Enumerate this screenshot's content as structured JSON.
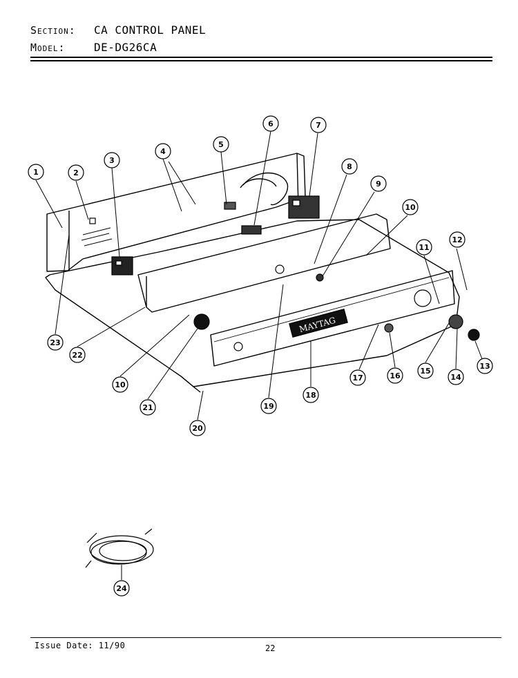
{
  "header": {
    "section_key": "Section:",
    "section_value": "CA CONTROL PANEL",
    "model_key": "Model:",
    "model_value": "DE-DG26CA"
  },
  "brand_badge": "MAYTAG",
  "callouts": [
    "1",
    "2",
    "3",
    "4",
    "5",
    "6",
    "7",
    "8",
    "9",
    "10",
    "11",
    "12",
    "13",
    "14",
    "15",
    "16",
    "17",
    "18",
    "19",
    "20",
    "21",
    "22",
    "23",
    "10",
    "24"
  ],
  "footer": {
    "issue_date": "Issue Date: 11/90",
    "page_number": "22"
  }
}
